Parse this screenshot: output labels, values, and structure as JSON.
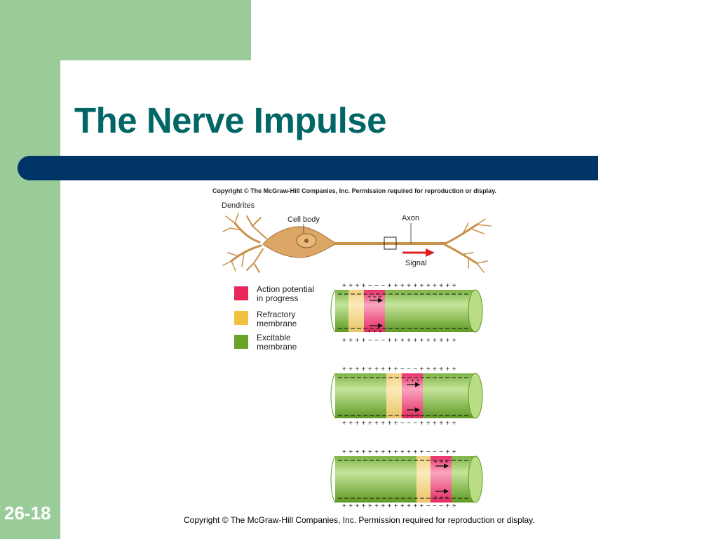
{
  "slide": {
    "title": "The Nerve Impulse",
    "number": "26-18",
    "footer": "Copyright © The McGraw-Hill Companies, Inc. Permission required for reproduction or display."
  },
  "figure": {
    "copyright": "Copyright © The McGraw-Hill Companies, Inc. Permission required for reproduction or display.",
    "labels": {
      "dendrites": "Dendrites",
      "cell_body": "Cell body",
      "axon": "Axon",
      "signal": "Signal"
    },
    "legend": [
      {
        "line1": "Action potential",
        "line2": "in progress",
        "color": "#e8285a"
      },
      {
        "line1": "Refractory",
        "line2": "membrane",
        "color": "#f0c040"
      },
      {
        "line1": "Excitable",
        "line2": "membrane",
        "color": "#6aa329"
      }
    ],
    "panels": [
      {
        "top_charges": "+ + + + − − − + + + + + + + + + + +",
        "bottom_charges": "+ + + + − − − + + + + + + + + + + +",
        "top_inner": "+ + +",
        "bottom_inner": "+ + +"
      },
      {
        "top_charges": "+ + + + + + + + + − − − + + + + + +",
        "bottom_charges": "+ + + + + + + + + − − − + + + + + +",
        "top_inner": "+ + +",
        "bottom_inner": "+ + +"
      },
      {
        "top_charges": "+ + + + + + + + + + + + + − − − + +",
        "bottom_charges": "+ + + + + + + + + + + + + − − − + +",
        "top_inner": "+ + +",
        "bottom_inner": "+ + +"
      }
    ],
    "colors": {
      "membrane_green": "#8cc63f",
      "refractory": "#f5d889",
      "action": "#ee3f72",
      "axon_brown": "#c8914a"
    }
  }
}
